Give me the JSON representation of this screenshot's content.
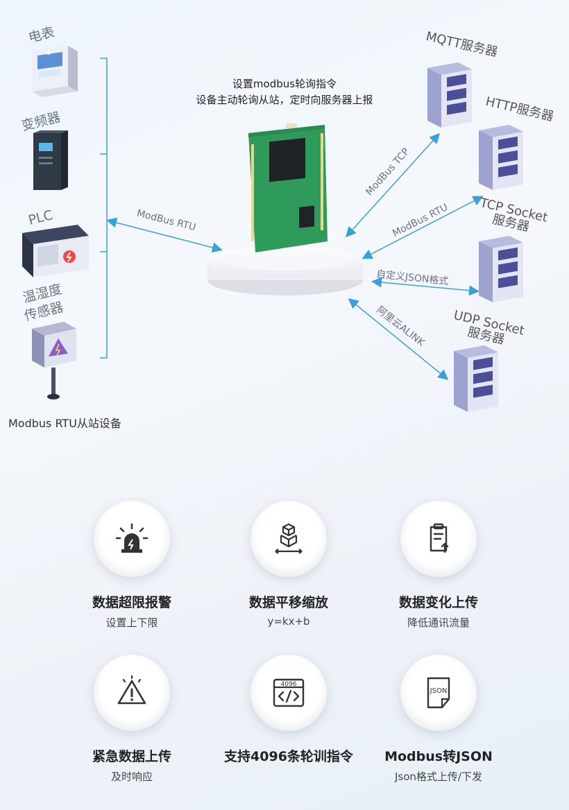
{
  "devices": [
    {
      "label": "电表",
      "icon": "meter-icon"
    },
    {
      "label": "变频器",
      "icon": "inverter-icon"
    },
    {
      "label": "PLC",
      "icon": "plc-icon"
    },
    {
      "label_line1": "温湿度",
      "label_line2": "传感器",
      "icon": "sensor-box-icon"
    }
  ],
  "slave_caption": "Modbus RTU从站设备",
  "center": {
    "line1": "设置modbus轮询指令",
    "line2": "设备主动轮询从站，定时向服务器上报"
  },
  "links": {
    "left": "ModBus RTU",
    "mqtt": "ModBus TCP",
    "http": "ModBus RTU",
    "tcp": "自定义JSON格式",
    "udp": "阿里云ALINK"
  },
  "servers": {
    "mqtt": "MQTT服务器",
    "http": "HTTP服务器",
    "tcp_line1": "TCP Socket",
    "tcp_line2": "服务器",
    "udp_line1": "UDP Socket",
    "udp_line2": "服务器"
  },
  "features": [
    {
      "title": "数据超限报警",
      "sub": "设置上下限",
      "icon": "alarm-light-icon"
    },
    {
      "title": "数据平移缩放",
      "sub": "y=kx+b",
      "icon": "cube-stack-icon"
    },
    {
      "title": "数据变化上传",
      "sub": "降低通讯流量",
      "icon": "clipboard-upload-icon"
    },
    {
      "title": "紧急数据上传",
      "sub": "及时响应",
      "icon": "warning-triangle-icon"
    },
    {
      "title": "支持4096条轮训指令",
      "sub": "",
      "icon": "code-4096-icon",
      "icon_text": "4096"
    },
    {
      "title": "Modbus转JSON",
      "sub": "Json格式上传/下发",
      "icon": "json-file-icon",
      "icon_text": "JSON"
    }
  ],
  "colors": {
    "accent": "#3aa0dc",
    "board": "#2f9b5a",
    "server": "#c9cdea",
    "server_dark": "#4b4f99"
  }
}
